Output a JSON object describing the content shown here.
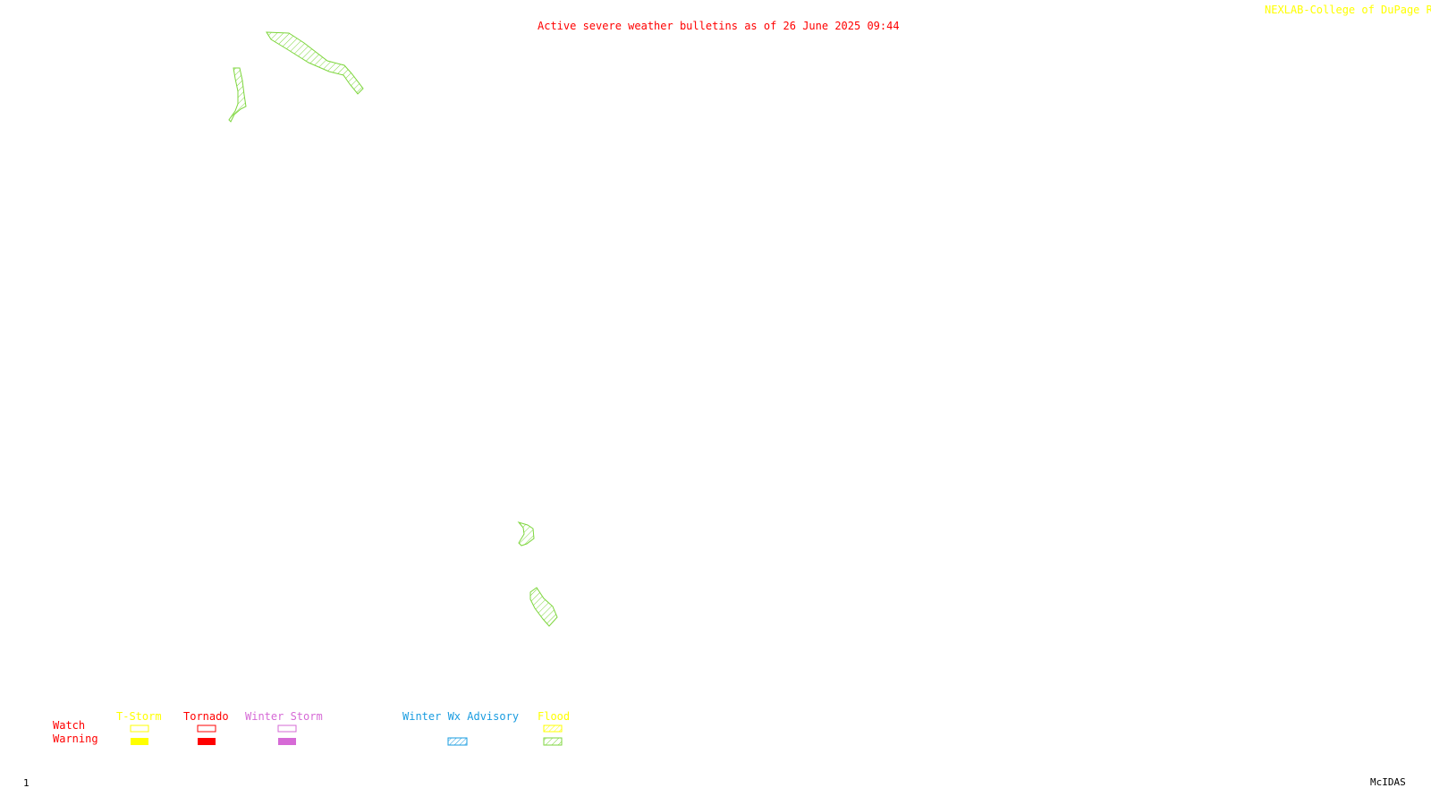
{
  "header": {
    "title": "Active severe weather bulletins as of 26 June 2025 09:44",
    "credit": "NEXLAB-College of DuPage R"
  },
  "colors": {
    "title": "#ff0000",
    "credit": "#ffff00",
    "flood": "#7dd63c",
    "tstorm": "#ffff00",
    "tornado": "#ff0000",
    "winter_storm": "#d66ad6",
    "winter_wx_advisory": "#1a9ce0"
  },
  "map": {
    "polygons": [
      {
        "type": "flood-warning"
      },
      {
        "type": "flood-warning"
      },
      {
        "type": "flood-warning"
      },
      {
        "type": "flood-warning"
      }
    ]
  },
  "legend": {
    "rows": {
      "watch": "Watch",
      "warning": "Warning"
    },
    "columns": [
      {
        "label": "T-Storm",
        "color": "#ffff00",
        "watch": "outline",
        "warning": "solid"
      },
      {
        "label": "Tornado",
        "color": "#ff0000",
        "watch": "outline",
        "warning": "solid"
      },
      {
        "label": "Winter Storm",
        "color": "#d66ad6",
        "watch": "outline",
        "warning": "solid"
      },
      {
        "label": "Winter Wx Advisory",
        "color": "#1a9ce0",
        "warning": "hatched"
      },
      {
        "label": "Flood",
        "color": "#ffff00",
        "watch": "hatched",
        "warning": "hatched-green"
      }
    ]
  },
  "footer": {
    "page": "1",
    "product": "McIDAS"
  }
}
